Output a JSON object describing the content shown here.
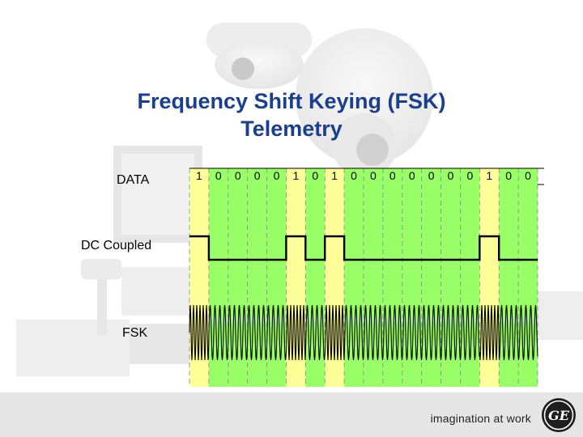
{
  "slide": {
    "title_line1": "Frequency Shift Keying (FSK)",
    "title_line2": "Telemetry"
  },
  "rows": {
    "data_label": "DATA",
    "dc_label": "DC Coupled",
    "fsk_label": "FSK"
  },
  "bits": [
    "1",
    "0",
    "0",
    "0",
    "0",
    "1",
    "0",
    "1",
    "0",
    "0",
    "0",
    "0",
    "0",
    "0",
    "0",
    "1",
    "0",
    "0"
  ],
  "colors": {
    "title": "#1a3f8f",
    "one_column": "#ffff99",
    "zero_column": "#99ff66",
    "signal": "#000000",
    "footer": "#e6e6e6"
  },
  "footer": {
    "tagline": "imagination at work",
    "logo": "GE"
  },
  "icons": [
    "ge-logo-icon",
    "camera-dome-icon"
  ]
}
